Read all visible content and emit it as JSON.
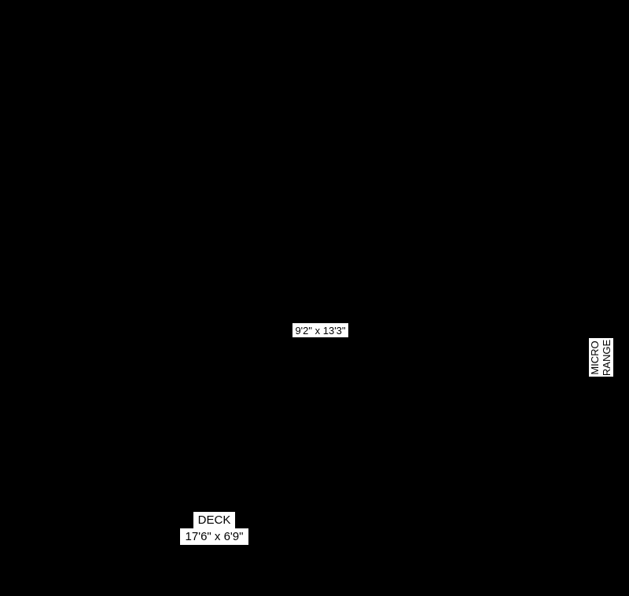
{
  "page": {
    "background_color": "#000000"
  },
  "style": {
    "label_background": "#ffffff",
    "label_text_color": "#000000"
  },
  "labels": {
    "room": {
      "dimensions": "9'2\" x 13'3\""
    },
    "micro_range": {
      "line1": "MICRO",
      "line2": "RANGE"
    },
    "deck": {
      "name": "DECK",
      "dimensions": "17'6\" x 6'9\""
    }
  }
}
